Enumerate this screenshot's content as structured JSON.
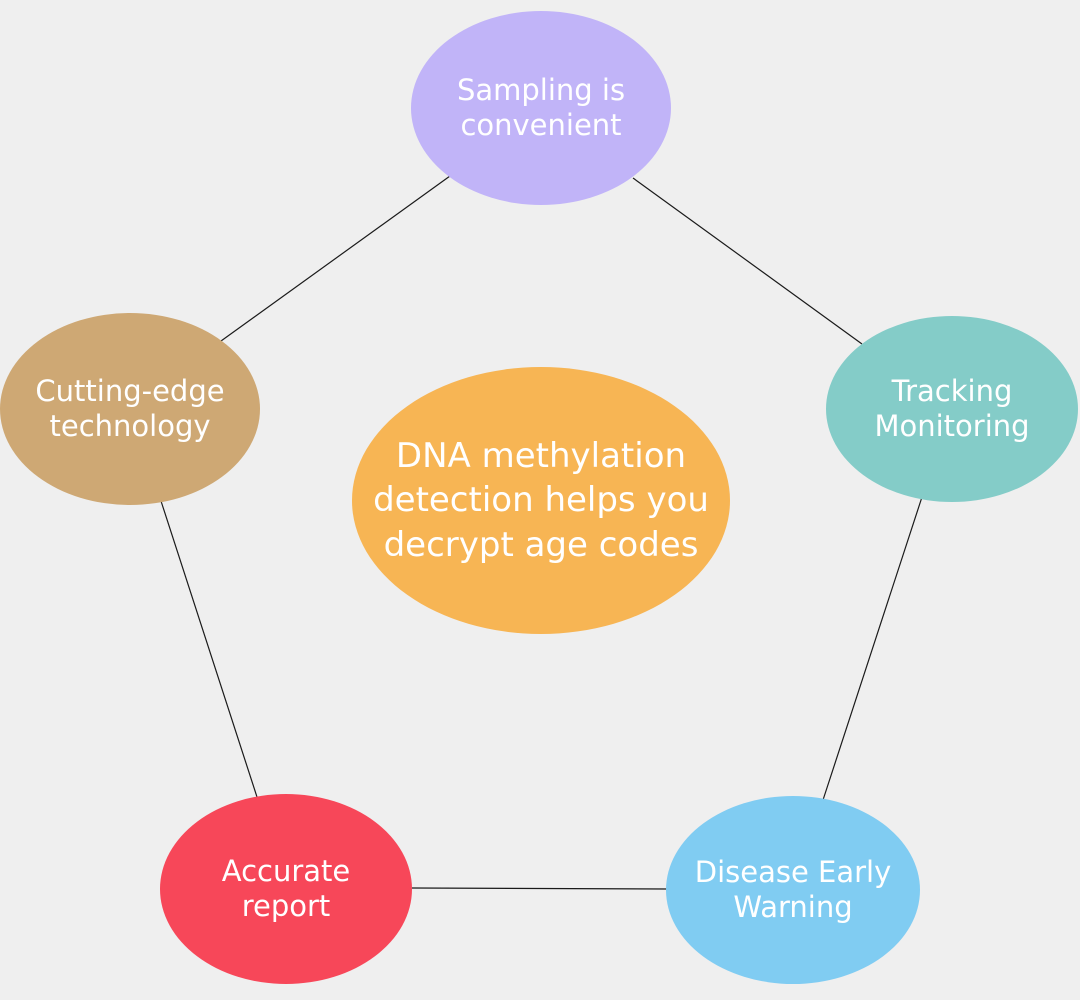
{
  "diagram": {
    "center": {
      "label": "DNA methylation\ndetection helps you\ndecrypt age codes",
      "color": "#f7b554"
    },
    "nodes": [
      {
        "id": "top",
        "label": "Sampling is\nconvenient",
        "color": "#c1b4f8"
      },
      {
        "id": "right",
        "label": "Tracking\nMonitoring",
        "color": "#84ccc8"
      },
      {
        "id": "br",
        "label": "Disease Early\nWarning",
        "color": "#80ccf2"
      },
      {
        "id": "bl",
        "label": "Accurate\nreport",
        "color": "#f74759"
      },
      {
        "id": "left",
        "label": "Cutting-edge\ntechnology",
        "color": "#cea874"
      }
    ],
    "connector_color": "#1a1a1a"
  }
}
